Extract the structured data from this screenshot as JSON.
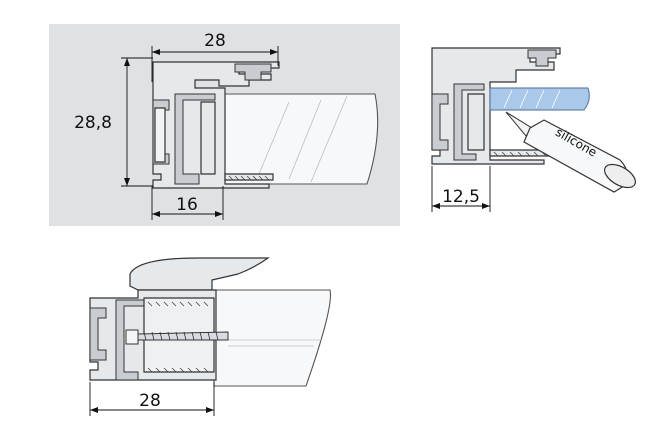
{
  "figure_a": {
    "dim_top": "28",
    "dim_left": "28,8",
    "dim_bottom": "16"
  },
  "figure_b": {
    "dim_bottom": "12,5",
    "tube_label": "silicone"
  },
  "figure_c": {
    "dim_bottom": "28"
  },
  "colors": {
    "panel_background": "#dfe2e5",
    "glass_highlight": "#a9c8ea"
  }
}
